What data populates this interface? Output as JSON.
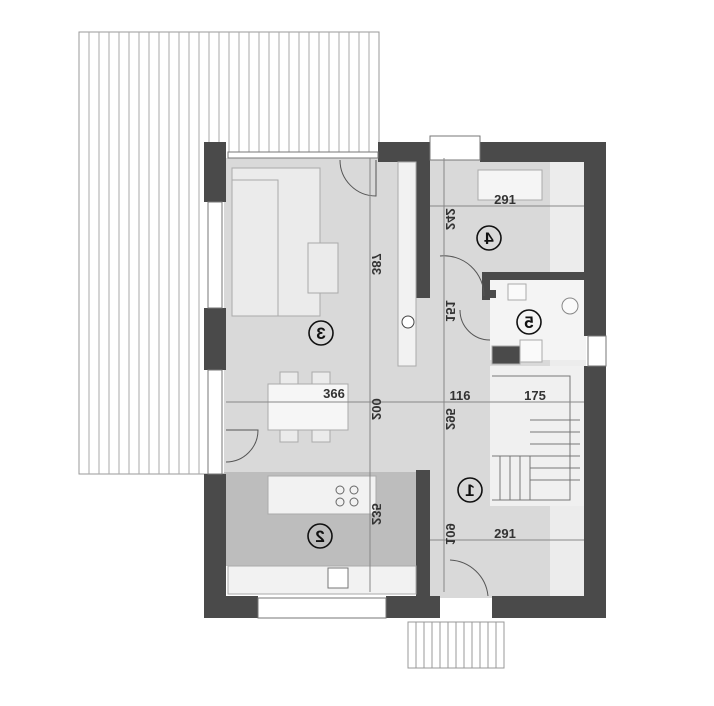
{
  "plan": {
    "rooms": [
      {
        "id": "1",
        "label": "1"
      },
      {
        "id": "2",
        "label": "2"
      },
      {
        "id": "3",
        "label": "3"
      },
      {
        "id": "4",
        "label": "4"
      },
      {
        "id": "5",
        "label": "5"
      }
    ],
    "dimensions": {
      "d387": "387",
      "d366": "366",
      "d200": "200",
      "d235": "235",
      "d242": "242",
      "d291_top": "291",
      "d291_bottom": "291",
      "d151": "151",
      "d116": "116",
      "d175": "175",
      "d295": "295",
      "d109": "109"
    },
    "colors": {
      "wall": "#4a4a4a",
      "floor": "#d9d9d9",
      "kitchen_floor": "#bdbdbd",
      "background": "#ffffff",
      "line": "#888888"
    }
  }
}
